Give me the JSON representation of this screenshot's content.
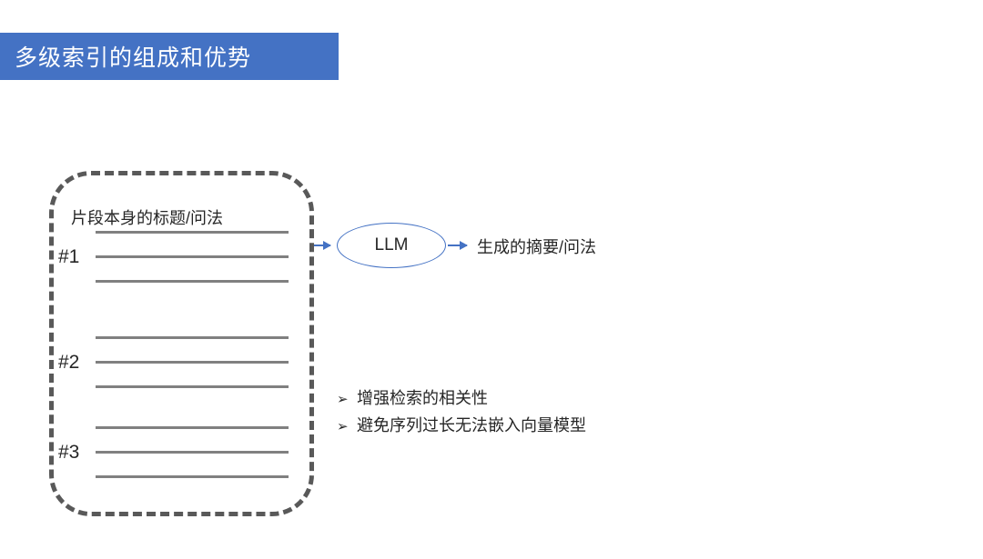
{
  "slide": {
    "title": "多级索引的组成和优势",
    "title_bar_color": "#4472C4",
    "title_text_color": "#FFFFFF"
  },
  "chunk_box": {
    "heading": "片段本身的标题/问法",
    "border_color": "#595959",
    "rule_color": "#808080",
    "groups": [
      {
        "label": "#1",
        "line_count": 3
      },
      {
        "label": "#2",
        "line_count": 3
      },
      {
        "label": "#3",
        "line_count": 3
      }
    ]
  },
  "flow": {
    "llm_label": "LLM",
    "accent_color": "#4472C4",
    "output_label": "生成的摘要/问法",
    "arrow_in_name": "arrow-chunk-to-llm",
    "arrow_out_name": "arrow-llm-to-output"
  },
  "benefits": {
    "bullet_glyph": "➢",
    "items": [
      "增强检索的相关性",
      "避免序列过长无法嵌入向量模型"
    ]
  }
}
